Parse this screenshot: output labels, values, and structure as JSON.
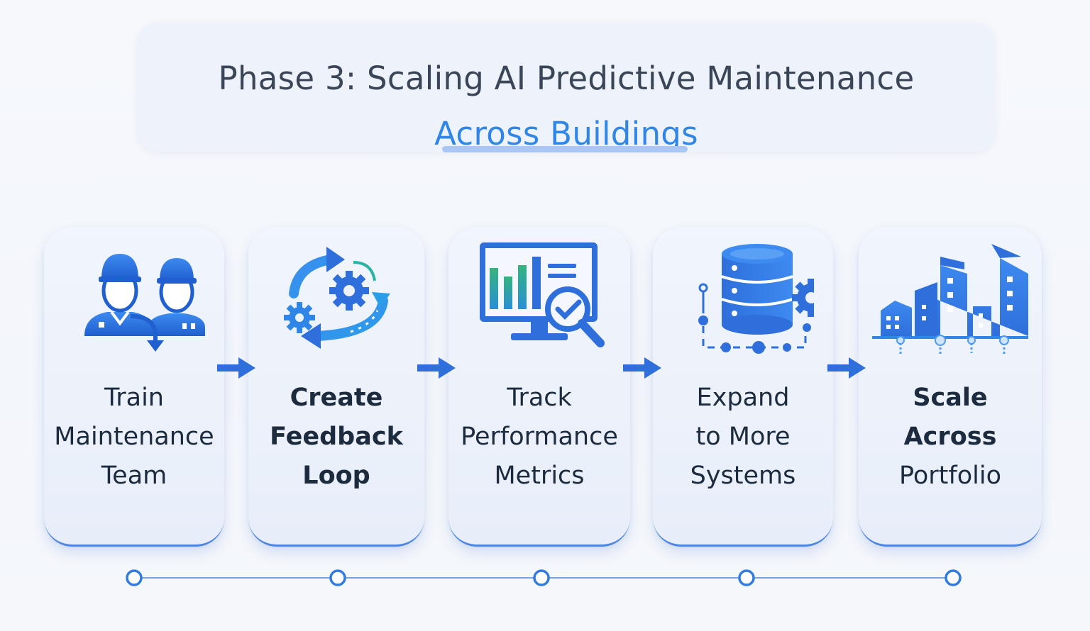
{
  "title": {
    "line1": "Phase 3: Scaling AI Predictive Maintenance",
    "line2": "Across Buildings"
  },
  "colors": {
    "accent_blue": "#2f86e6",
    "icon_blue": "#2f6fdc",
    "title_dark": "#3a4658",
    "label_dark": "#1c2b3e",
    "green": "#36b37e"
  },
  "steps": [
    {
      "icon": "maintenance-team-icon",
      "lines": [
        "Train",
        "Maintenance",
        "Team"
      ]
    },
    {
      "icon": "feedback-loop-icon",
      "lines": [
        "Create",
        "Feedback",
        "Loop"
      ]
    },
    {
      "icon": "performance-monitor-icon",
      "lines": [
        "Track",
        "Performance",
        "Metrics"
      ]
    },
    {
      "icon": "database-gear-icon",
      "lines": [
        "Expand",
        "to More",
        "Systems"
      ]
    },
    {
      "icon": "buildings-portfolio-icon",
      "lines": [
        "Scale",
        "Across",
        "Portfolio"
      ]
    }
  ]
}
